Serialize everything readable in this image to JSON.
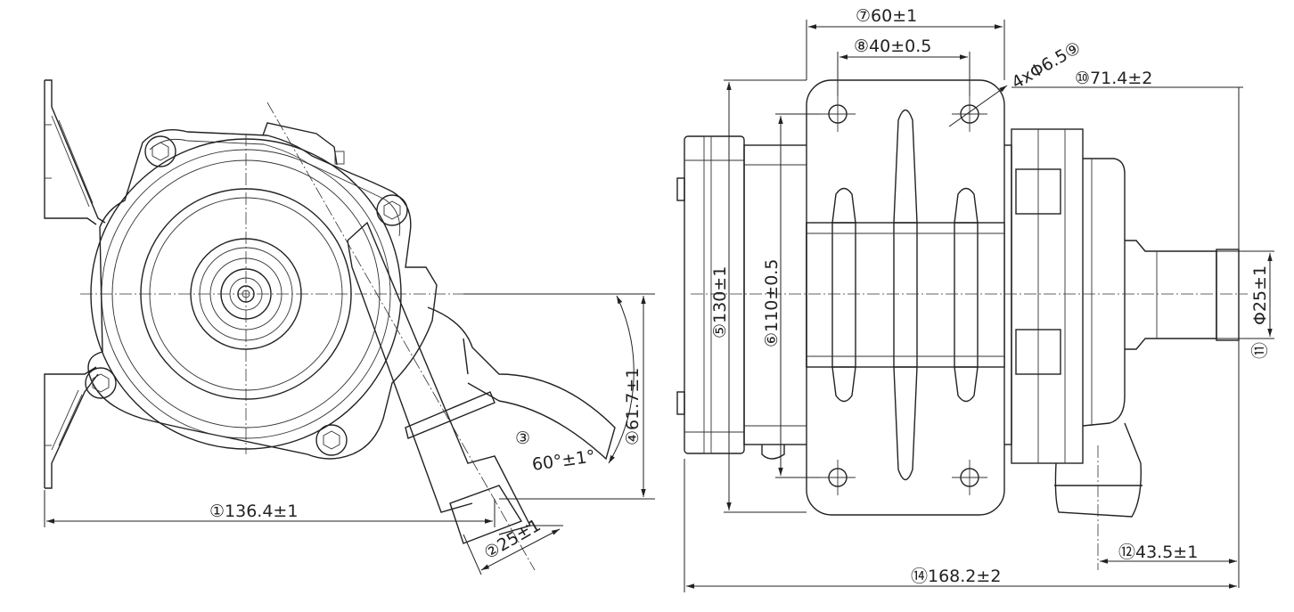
{
  "dimensions": {
    "d1": "①136.4±1",
    "d2": "②25±1",
    "d3": "③",
    "d3_angle": "60°±1°",
    "d4": "④61.7±1",
    "d5": "⑤130±1",
    "d6": "⑥110±0.5",
    "d7": "⑦60±1",
    "d8": "⑧40±0.5",
    "d9": "4xΦ6.5⑨",
    "d10": "⑩71.4±2",
    "d11_value": "Φ25±1",
    "d11_num": "⑪",
    "d12": "⑫43.5±1",
    "d14": "⑭168.2±2"
  }
}
